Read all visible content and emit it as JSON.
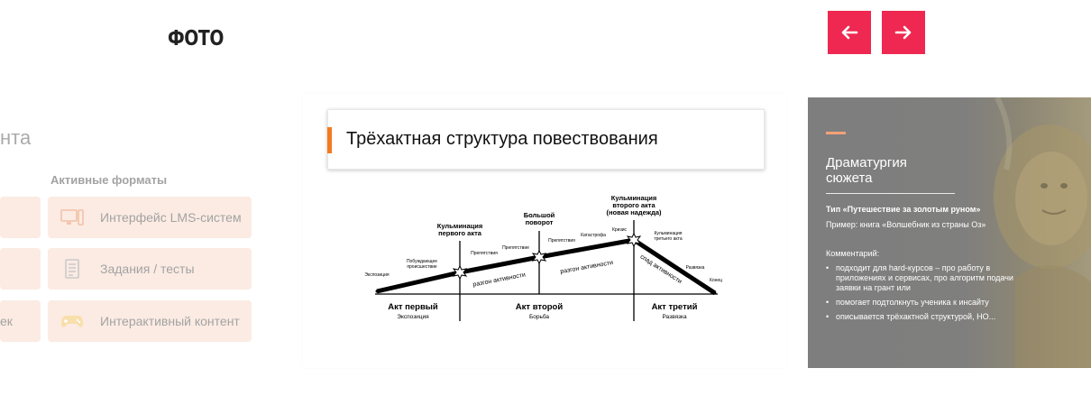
{
  "header": {
    "title": "ФОТО",
    "prev_icon": "arrow-left-icon",
    "next_icon": "arrow-right-icon",
    "accent_color": "#ee2851"
  },
  "left_slide": {
    "heading": "нта",
    "column_title": "Активные форматы",
    "stubs": [
      "",
      "",
      "ек"
    ],
    "tiles": [
      {
        "label": "Интерфейс LMS-систем",
        "icon": "monitor-icon"
      },
      {
        "label": "Задания / тесты",
        "icon": "checklist-icon"
      },
      {
        "label": "Интерактивный контент",
        "icon": "gamepad-icon"
      }
    ]
  },
  "center_slide": {
    "title": "Трёхактная структура повествования",
    "accent_color": "#f47a20",
    "diagram": {
      "peaks": [
        {
          "label": "Кульминация\nпервого акта"
        },
        {
          "label": "Большой\nповорот"
        },
        {
          "label": "Кульминация\nвторого акта\n(новая надежда)"
        }
      ],
      "small_labels": [
        "Экспозиция",
        "Побуждающее\nпроисшествие",
        "Препятствия",
        "Препятствие",
        "Препятствия",
        "Катастрофа",
        "Кризис",
        "Кульминация\nтретьего акта",
        "Развязка",
        "Конец"
      ],
      "line_labels": [
        "разгон активности",
        "разгон активности",
        "спад активности"
      ],
      "acts": [
        {
          "name": "Акт первый",
          "sub": "Экспозиция"
        },
        {
          "name": "Акт второй",
          "sub": "Борьба"
        },
        {
          "name": "Акт третий",
          "sub": "Развязка"
        }
      ]
    }
  },
  "right_slide": {
    "title": "Драматургия\nсюжета",
    "type_line": "Тип «Путешествие за золотым руном»",
    "example_line": "Пример: книга «Волшебник из страны Оз»",
    "comment_label": "Комментарий:",
    "bullets": [
      "подходит для hard-курсов – про работу в приложениях и сервисах, про алгоритм подачи заявки на грант или",
      "помогает подтолкнуть ученика к инсайту",
      "описывается трёхактной структурой, НО..."
    ],
    "dash_color": "#f4a178"
  }
}
